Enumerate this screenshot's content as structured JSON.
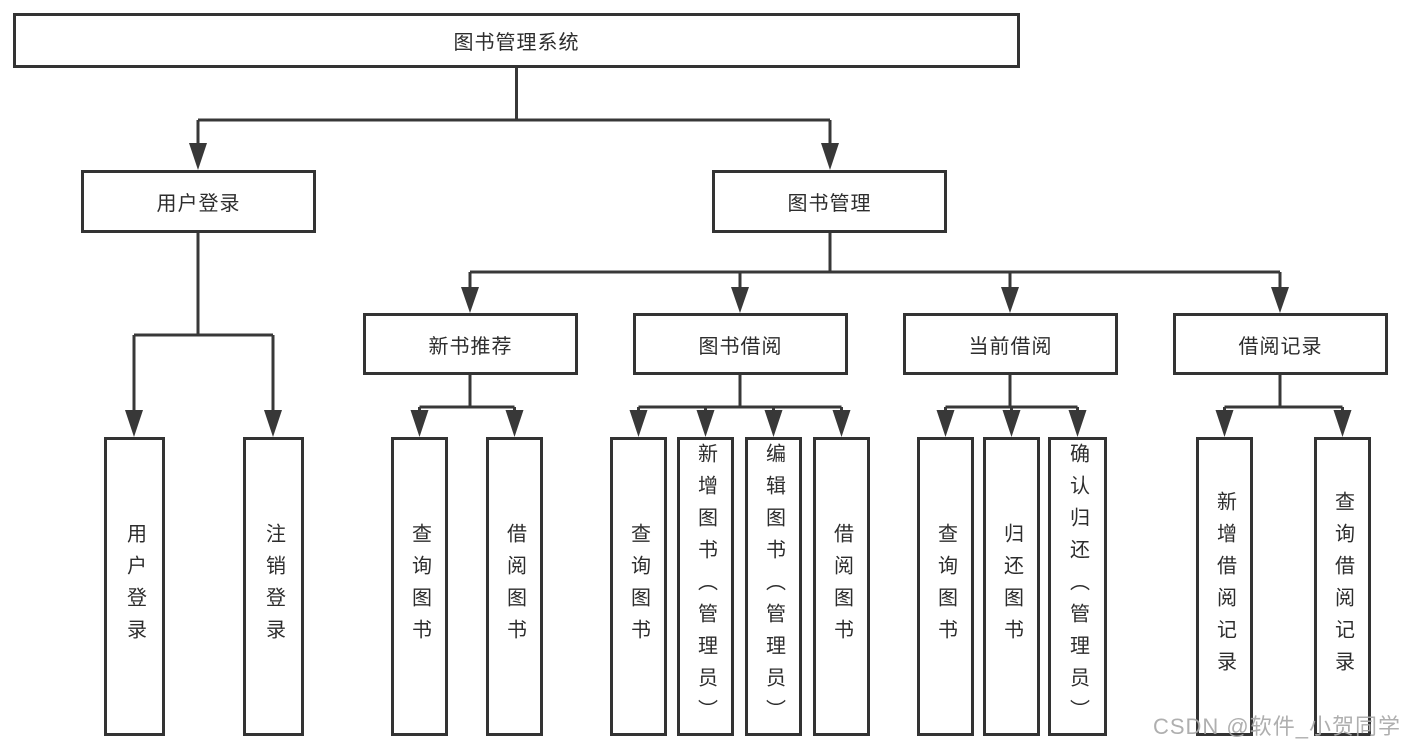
{
  "diagram": {
    "root": {
      "label": "图书管理系统"
    },
    "level2": [
      {
        "label": "用户登录"
      },
      {
        "label": "图书管理"
      }
    ],
    "level3": [
      {
        "label": "新书推荐",
        "parent": "图书管理"
      },
      {
        "label": "图书借阅",
        "parent": "图书管理"
      },
      {
        "label": "当前借阅",
        "parent": "图书管理"
      },
      {
        "label": "借阅记录",
        "parent": "图书管理"
      }
    ],
    "leaves": [
      {
        "label": "用户登录",
        "parent": "用户登录"
      },
      {
        "label": "注销登录",
        "parent": "用户登录"
      },
      {
        "label": "查询图书",
        "parent": "新书推荐"
      },
      {
        "label": "借阅图书",
        "parent": "新书推荐"
      },
      {
        "label": "查询图书",
        "parent": "图书借阅"
      },
      {
        "label": "新增图书（管理员）",
        "parent": "图书借阅"
      },
      {
        "label": "编辑图书（管理员）",
        "parent": "图书借阅"
      },
      {
        "label": "借阅图书",
        "parent": "图书借阅"
      },
      {
        "label": "查询图书",
        "parent": "当前借阅"
      },
      {
        "label": "归还图书",
        "parent": "当前借阅"
      },
      {
        "label": "确认归还（管理员）",
        "parent": "当前借阅"
      },
      {
        "label": "新增借阅记录",
        "parent": "借阅记录"
      },
      {
        "label": "查询借阅记录",
        "parent": "借阅记录"
      }
    ],
    "watermark": {
      "text": "CSDN @软件_小贺同学",
      "color": "#a8a8a8"
    },
    "colors": {
      "line": "#383838",
      "box_border": "#333333",
      "text": "#2d2d2d",
      "background": "#ffffff"
    }
  }
}
